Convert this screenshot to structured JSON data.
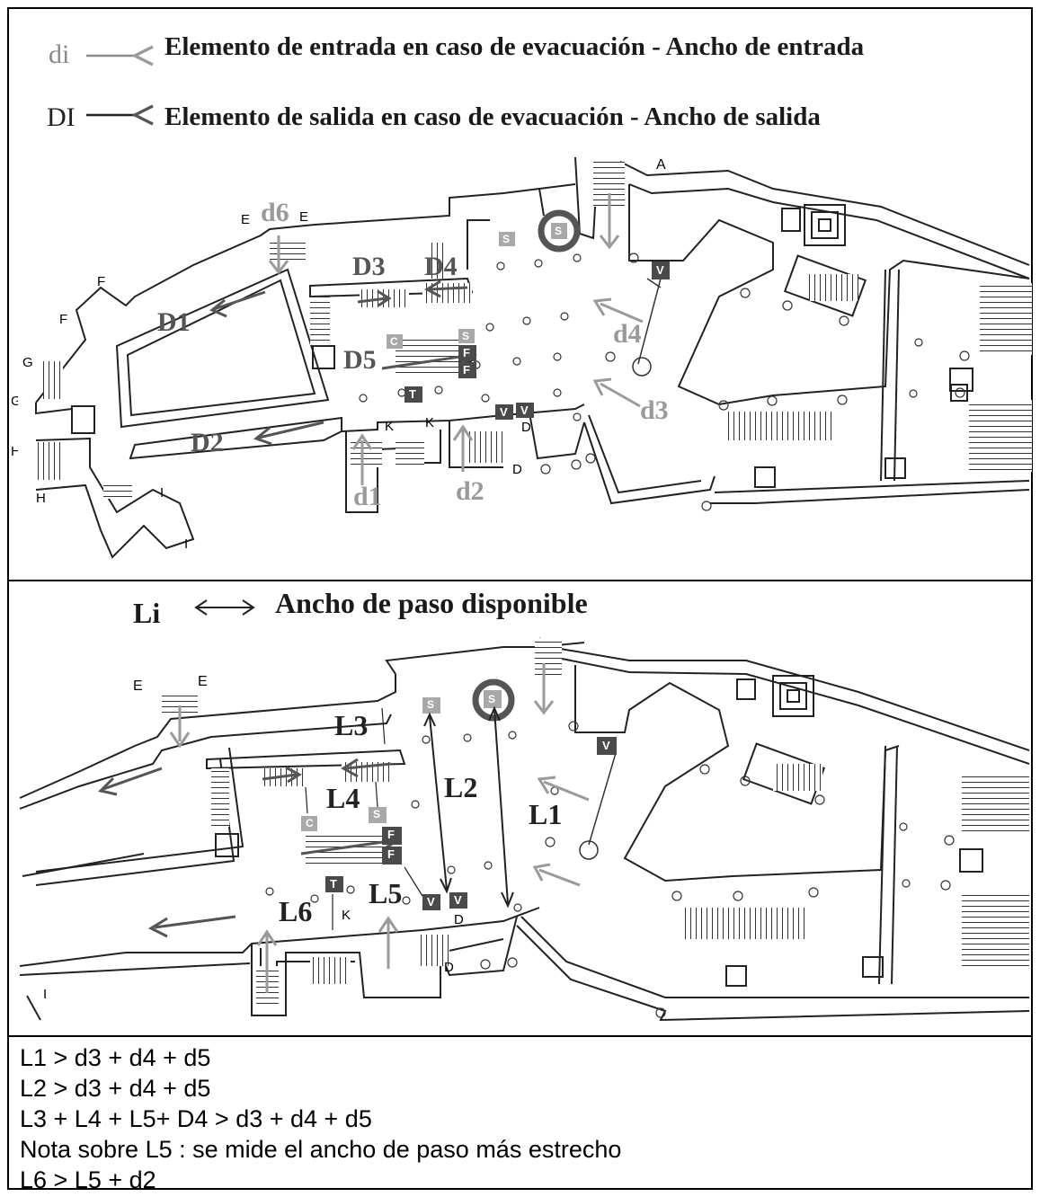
{
  "legend": {
    "di_symbol": "di",
    "di_text": "Elemento de entrada en caso de evacuación - Ancho de entrada",
    "DI_symbol": "DI",
    "DI_text": "Elemento de salida en caso de evacuación - Ancho de salida",
    "Li_symbol": "Li",
    "Li_text": "Ancho de paso disponible"
  },
  "plan_top": {
    "labels": {
      "d6": "d6",
      "D1": "D1",
      "D2": "D2",
      "D3": "D3",
      "D4": "D4",
      "D5": "D5",
      "d1": "d1",
      "d2": "d2",
      "d3": "d3",
      "d4": "d4",
      "A": "A",
      "E1": "E",
      "E2": "E",
      "F1": "F",
      "F2": "F",
      "G1": "G",
      "G2": "G",
      "H1": "H",
      "H2": "H",
      "I1": "I",
      "I2": "I",
      "K1": "K",
      "K2": "K",
      "D_a": "D",
      "D_b": "D",
      "C": "C",
      "S1": "S",
      "S2": "S",
      "S3": "S",
      "T": "T",
      "F_a": "F",
      "F_b": "F",
      "V1": "V",
      "V2": "V",
      "V3": "V"
    }
  },
  "plan_bottom": {
    "labels": {
      "L1": "L1",
      "L2": "L2",
      "L3": "L3",
      "L4": "L4",
      "L5": "L5",
      "L6": "L6",
      "E1": "E",
      "E2": "E",
      "K": "K",
      "D_a": "D",
      "D_b": "D",
      "I": "I",
      "C": "C",
      "S1": "S",
      "S2": "S",
      "S3": "S",
      "T": "T",
      "F_a": "F",
      "F_b": "F",
      "V1": "V",
      "V2": "V",
      "V3": "V"
    }
  },
  "formulas": [
    "L1 > d3 + d4 + d5",
    "L2 > d3 + d4 + d5",
    "L3 + L4 + L5+ D4 > d3 + d4 + d5",
    "Nota sobre L5 : se mide el ancho de paso más estrecho",
    "L6 > L5 + d2"
  ],
  "colors": {
    "entry_arrow": "#9a9a9a",
    "exit_arrow": "#555555",
    "badge_dark": "#4a4a4a",
    "badge_light": "#a8a8a8",
    "wall": "#222222"
  }
}
